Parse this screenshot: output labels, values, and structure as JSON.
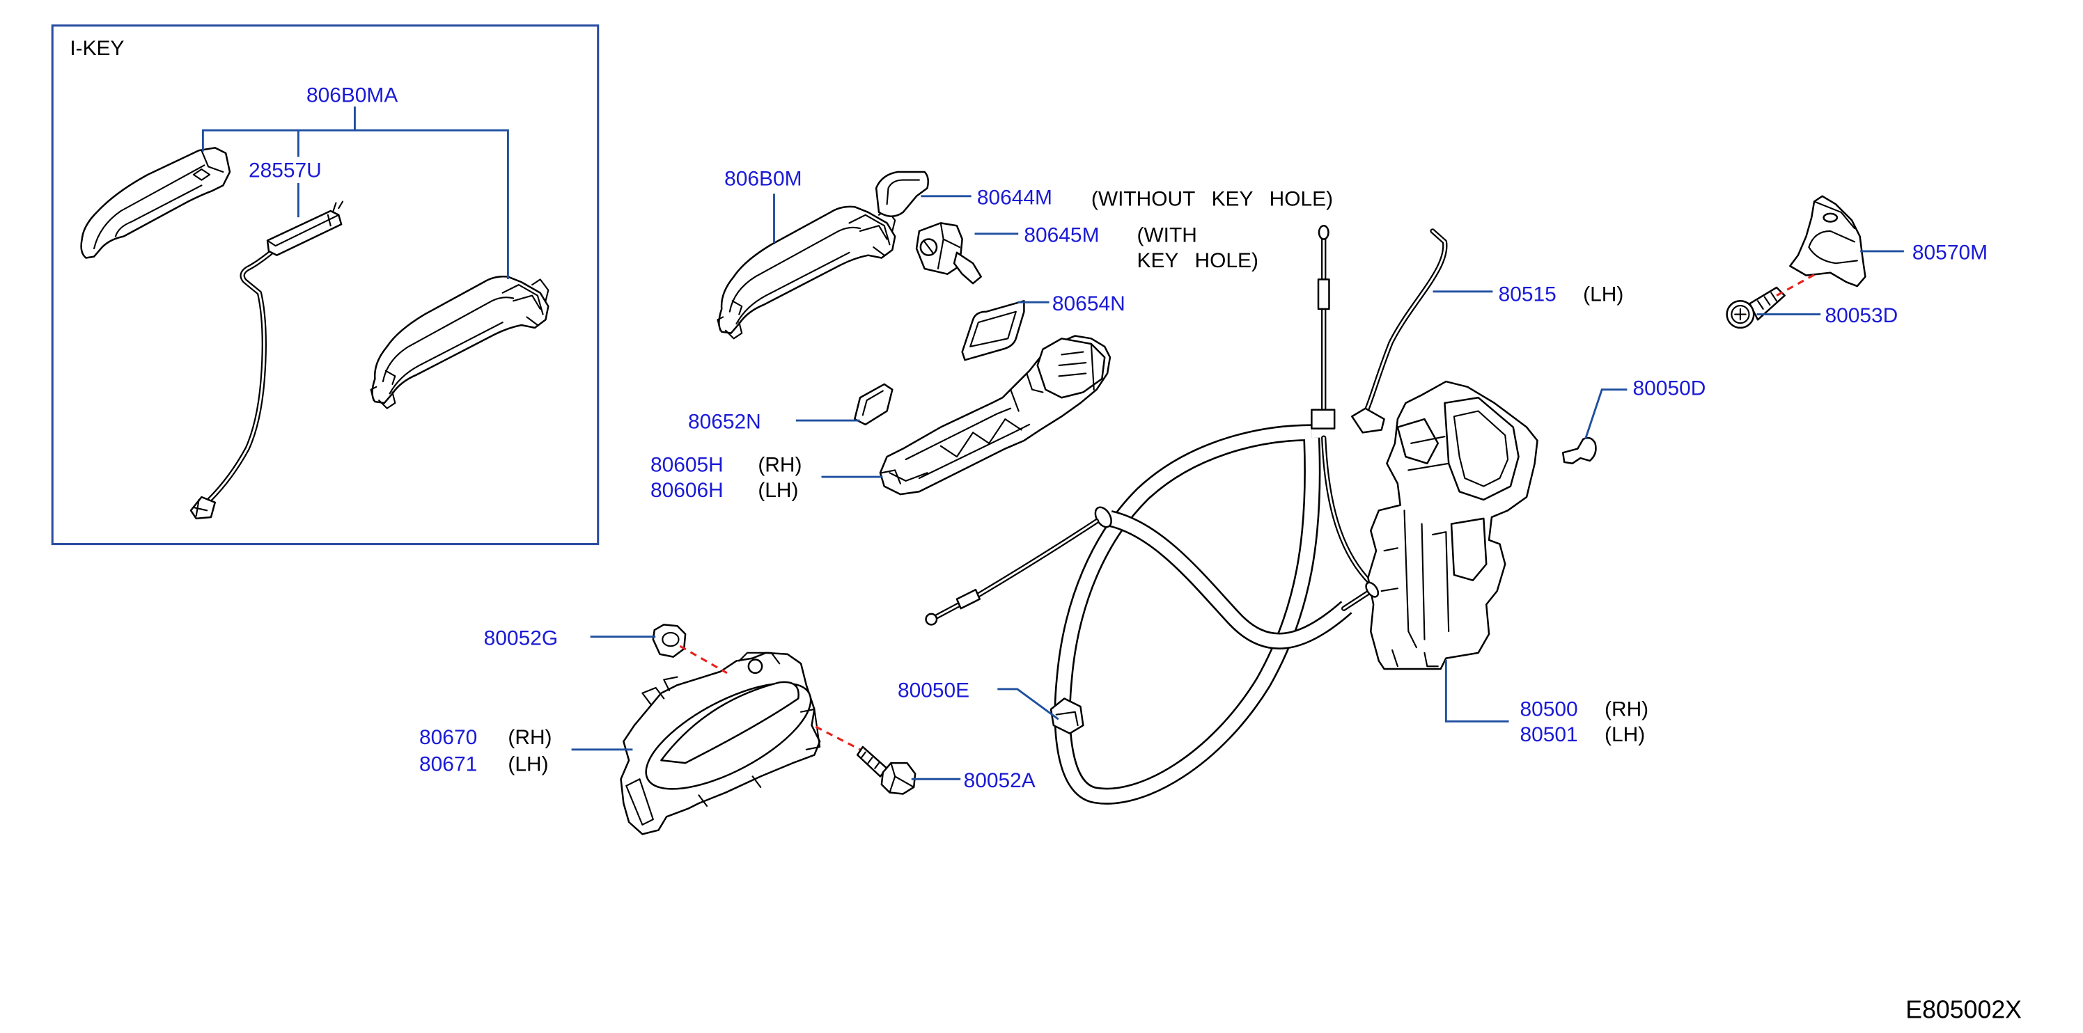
{
  "colors": {
    "part_label": "#1a1ad6",
    "leader_line": "#1f4f9f",
    "inset_border": "#2b4ea3",
    "dashed_line": "#e8201c",
    "line_art": "#000000",
    "note_text": "#000000",
    "background": "#ffffff"
  },
  "inset": {
    "title": "I-KEY",
    "handle_assembly": "806B0MA",
    "sensor": "28557U"
  },
  "outside_handle": {
    "handle": "806B0M",
    "cap": "80644M",
    "cap_note": "(WITHOUT KEY HOLE)",
    "cylinder": "80645M",
    "cylinder_note": [
      "(WITH",
      "KEY HOLE)"
    ],
    "gasket_front": "80654N",
    "gasket_rear": "80652N",
    "bracket": [
      {
        "part": "80605H",
        "side": "(RH)"
      },
      {
        "part": "80606H",
        "side": "(LH)"
      }
    ]
  },
  "lock": {
    "rod": "80515",
    "rod_side": "(LH)",
    "actuator": [
      {
        "part": "80500",
        "side": "(RH)"
      },
      {
        "part": "80501",
        "side": "(LH)"
      }
    ],
    "pin": "80050D",
    "cable_clip": "80050E"
  },
  "striker": {
    "striker": "80570M",
    "screw": "80053D"
  },
  "inside_handle": {
    "handle": [
      {
        "part": "80670",
        "side": "(RH)"
      },
      {
        "part": "80671",
        "side": "(LH)"
      }
    ],
    "grommet": "80052G",
    "screw": "80052A"
  },
  "illustration_code": "E805002X"
}
